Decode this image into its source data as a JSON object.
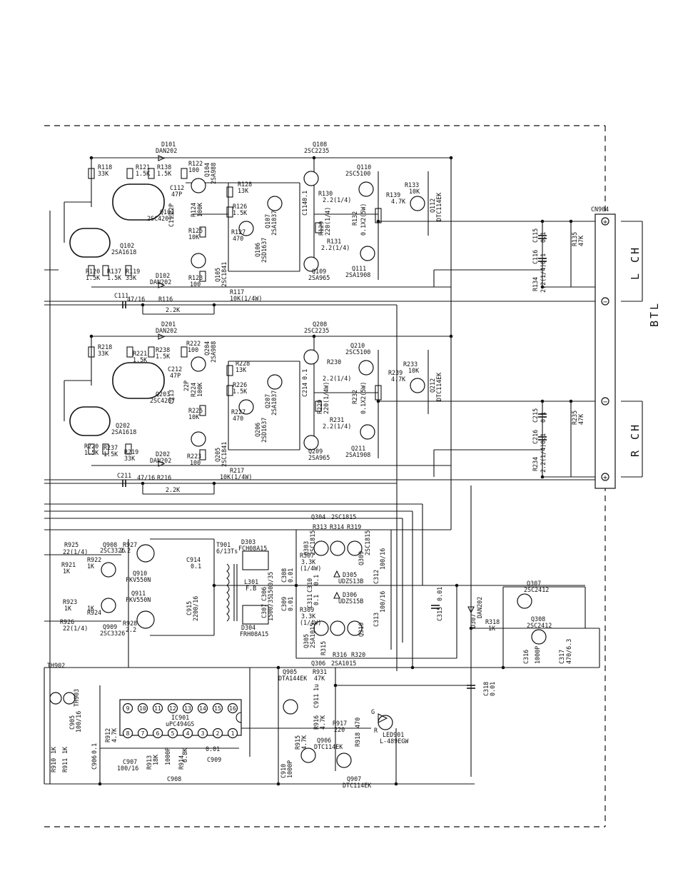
{
  "labels": {
    "D101": "D101",
    "DAN202": "DAN202",
    "Q108": "Q108",
    "2SC2235": "2SC2235",
    "R118": "R118",
    "33K": "33K",
    "R121": "R121",
    "R138": "R138",
    "1.5K": "1.5K",
    "R122": "R122",
    "100": "100",
    "Q104": "Q104",
    "2SA988": "2SA988",
    "C112": "C112",
    "47P": "47P",
    "R128": "R128",
    "13K": "13K",
    "Q110": "Q110",
    "2SC5100": "2SC5100",
    "R133": "R133",
    "10K": "10K",
    "Q112": "Q112",
    "DTC114EK": "DTC114EK",
    "R139": "R139",
    "4.7K": "4.7K",
    "R130": "R130",
    "2.2(1/4)": "2.2(1/4)",
    "C113": "C113",
    "22P": "22P",
    "R124": "R124",
    "100K": "100K",
    "R126": "R126",
    "Q107": "Q107",
    "2SA1037": "2SA1037",
    "C114": "C114",
    "0.1": "0.1",
    "R129": "R129",
    "220(1/4)": "220(1/4)",
    "R132": "R132",
    "0.1X2(5W)": "0.1X2(5W)",
    "Q103": "Q103",
    "2SC4207": "2SC4207",
    "R125": "R125",
    "10K2": "10K",
    "R127": "R127",
    "470": "470",
    "Q106": "Q106",
    "2SD1637": "2SD1637",
    "CN904": "CN904",
    "C115": "C115",
    "R135": "R135",
    "47K": "47K",
    "Q102": "Q102",
    "2SA1618": "2SA1618",
    "R131": "R131",
    "C116": "C116",
    "L CH": "L CH",
    "BTL": "BTL",
    "R CH": "R CH",
    "R120": "R120",
    "R137": "R137",
    "R119": "R119",
    "Q105": "Q105",
    "2SC1841": "2SC1841",
    "Q109": "Q109",
    "2SA965": "2SA965",
    "Q111": "Q111",
    "2SA1908": "2SA1908",
    "R134": "R134",
    "D102": "D102",
    "R123": "R123",
    "C111": "C111",
    "47/16": "47/16",
    "R116": "R116",
    "2.2K": "2.2K",
    "R117": "R117",
    "10K(1/4W)": "10K(1/4W)",
    "D201": "D201",
    "Q208": "Q208",
    "R218": "R218",
    "R221": "R221",
    "R238": "R238",
    "R222": "R222",
    "Q210": "Q210",
    "R230": "R230",
    "R233": "R233",
    "Q204": "Q204",
    "C212": "C212",
    "R228": "R228",
    "R239": "R239",
    "Q212": "Q212",
    "C213": "C213",
    "R224": "R224",
    "R226": "R226",
    "Q207": "Q207",
    "C214": "C214",
    "R229": "R229",
    "220(1/4W)": "220(1/4W)",
    "R232": "R232",
    "Q203": "Q203",
    "R225": "R225",
    "R227": "R227",
    "Q206": "Q206",
    "C215": "C215",
    "R235": "R235",
    "Q202": "Q202",
    "R231": "R231",
    "C216": "C216",
    "R220": "R220",
    "R237": "R237",
    "R219": "R219",
    "Q205": "Q205",
    "Q209": "Q209",
    "Q211": "Q211",
    "R234": "R234",
    "D202": "D202",
    "R223": "R223",
    "C211": "C211",
    "R216": "R216",
    "R217": "R217",
    "Q304": "Q304",
    "2SC1815": "2SC1815",
    "R925": "R925",
    "22(1/4)": "22(1/4)",
    "Q908": "Q908",
    "2SC3326": "2SC3326",
    "R927": "R927",
    "2.2": "2.2",
    "T901": "T901",
    "6/13Ts": "6/13Ts",
    "D303": "D303",
    "FCH08A15": "FCH08A15",
    "R313": "R313",
    "R314": "R314",
    "R319": "R319",
    "Q303": "Q303",
    "Q309": "Q309",
    "R921": "R921",
    "1K": "1K",
    "R922": "R922",
    "Q910": "Q910",
    "FKV550N": "FKV550N",
    "C914": "C914",
    "R307": "R307",
    "3.3K": "3.3K",
    "(1/4W)": "(1/4W)",
    "D305": "D305",
    "UDZS13B": "UDZS13B",
    "C312": "C312",
    "100/16": "100/16",
    "Q307": "Q307",
    "2SC2412": "2SC2412",
    "Q911": "Q911",
    "L301": "L301",
    "F.B": "F.B",
    "C308": "C308",
    "0.01": "0.01",
    "C306": "C306",
    "1500/35": "1500/35",
    "C310": "C310",
    "C311": "C311",
    "D306": "D306",
    "UDZS15B": "UDZS15B",
    "R923": "R923",
    "C915": "C915",
    "2200/16": "2200/16",
    "C307": "C307",
    "C309": "C309",
    "C315": "C315",
    "R924": "R924",
    "R309": "R309",
    "Q305": "Q305",
    "2SA1015": "2SA1015",
    "Q310": "Q310",
    "C313": "C313",
    "D307": "D307",
    "Q308": "Q308",
    "R926": "R926",
    "R928": "R928",
    "Q909": "Q909",
    "D304": "D304",
    "FRH08A15": "FRH08A15",
    "R318": "R318",
    "C316": "C316",
    "1000P": "1000P",
    "C317": "C317",
    "470/6.3": "470/6.3",
    "R315": "R315",
    "R316": "R316",
    "R320": "R320",
    "Q306": "Q306",
    "TH902": "TH902",
    "Q905": "Q905",
    "DTA144EK": "DTA144EK",
    "R931": "R931",
    "C318": "C318",
    "TH903": "TH903",
    "C905": "C905",
    "C911": "C911",
    "1u": "1u",
    "G": "G",
    "IC901": "IC901",
    "uPC494GS": "uPC494GS",
    "R912": "R912",
    "4.7K2": "4.7K",
    "R916": "R916",
    "R917": "R917",
    "220": "220",
    "R": "R",
    "LED901": "LED901",
    "L-489EGW": "L-489EGW",
    "R915": "R915",
    "Q906": "Q906",
    "R918": "R918",
    "R910": "R910",
    "R911": "R911",
    "C906": "C906",
    "R913": "R913",
    "18K": "18K",
    "R914": "R914",
    "6.8K": "6.8K",
    "C907": "C907",
    "100/16b": "100/16",
    "C909": "C909",
    "C910": "C910",
    "C908": "C908",
    "Q907": "Q907"
  },
  "pins": {
    "top": [
      "9",
      "10",
      "11",
      "12",
      "13",
      "14",
      "15",
      "16"
    ],
    "bottom": [
      "8",
      "7",
      "6",
      "5",
      "4",
      "3",
      "2",
      "1"
    ]
  },
  "connector": {
    "terminals": [
      "+",
      "−",
      "−",
      "+"
    ]
  }
}
